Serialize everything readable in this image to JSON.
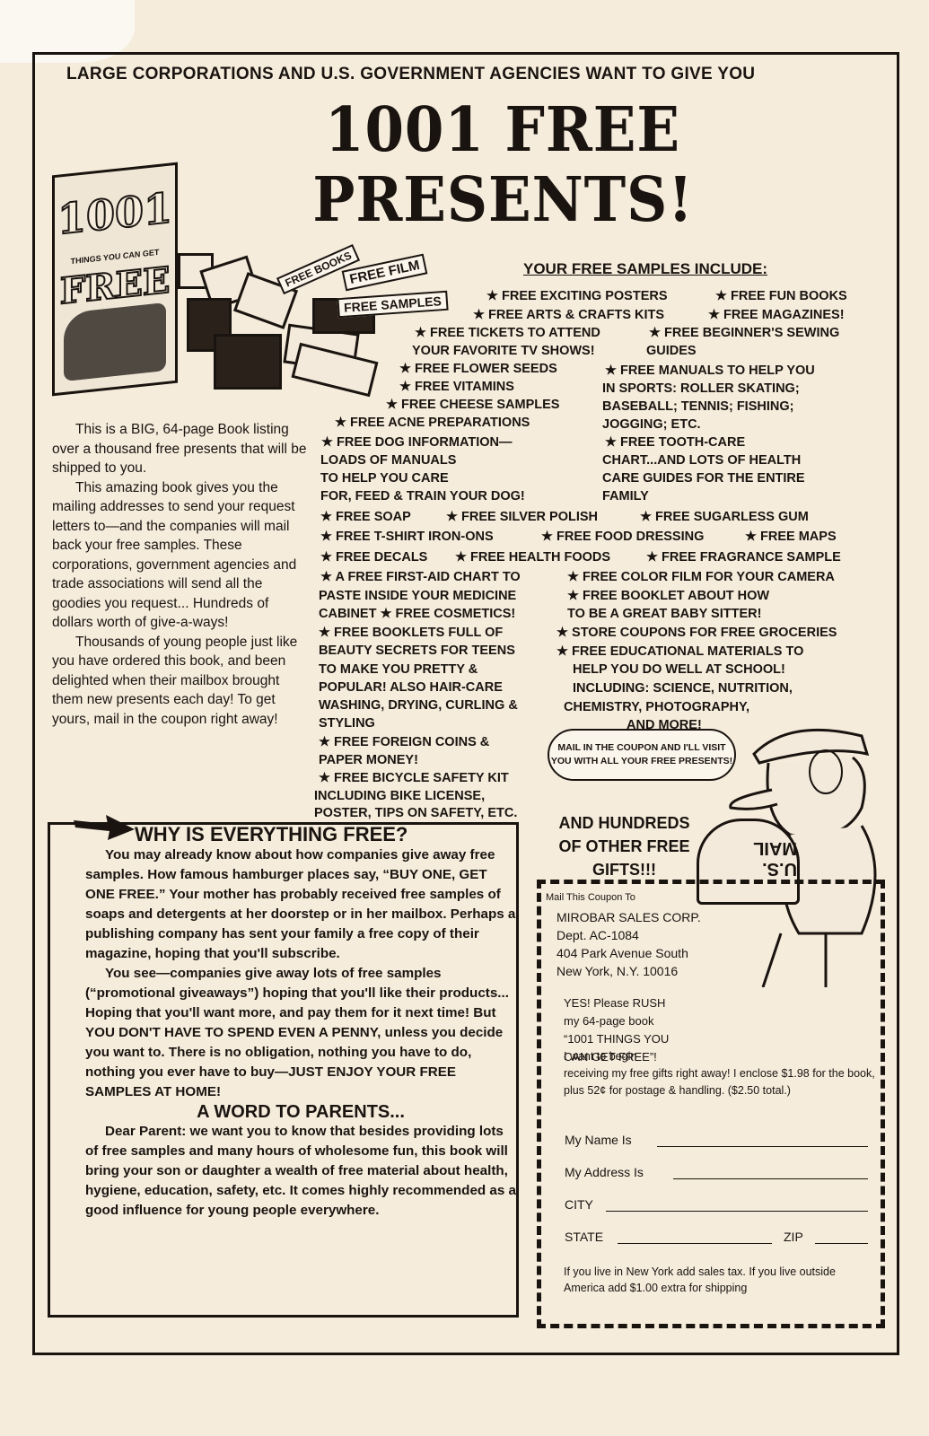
{
  "header": {
    "top_line": "LARGE CORPORATIONS AND U.S. GOVERNMENT AGENCIES WANT TO GIVE YOU",
    "headline_1": "1001 FREE",
    "headline_2": "PRESENTS!"
  },
  "book_cover": {
    "big": "1001",
    "small": "THINGS YOU CAN GET",
    "free": "FREE"
  },
  "tags": {
    "books": "FREE BOOKS",
    "film": "FREE FILM",
    "samples": "FREE SAMPLES"
  },
  "samples": {
    "title": "YOUR FREE SAMPLES INCLUDE:",
    "items": [
      "★ FREE EXCITING POSTERS",
      "★ FREE FUN BOOKS",
      "★ FREE ARTS & CRAFTS KITS",
      "★ FREE MAGAZINES!",
      "★ FREE TICKETS TO ATTEND",
      "YOUR FAVORITE TV SHOWS!",
      "★ FREE BEGINNER'S SEWING",
      "GUIDES",
      "★ FREE FLOWER SEEDS",
      "★ FREE VITAMINS",
      "★ FREE CHEESE SAMPLES",
      "★ FREE ACNE PREPARATIONS",
      "★ FREE MANUALS TO HELP YOU",
      "IN SPORTS: ROLLER SKATING;",
      "BASEBALL; TENNIS; FISHING;",
      "JOGGING; ETC.",
      "★ FREE DOG INFORMATION—",
      "LOADS OF MANUALS",
      "TO HELP YOU CARE",
      "FOR, FEED & TRAIN YOUR DOG!",
      "★ FREE TOOTH-CARE",
      "CHART...AND LOTS OF HEALTH",
      "CARE GUIDES FOR THE ENTIRE",
      "FAMILY",
      "★ FREE SOAP",
      "★ FREE SILVER POLISH",
      "★ FREE SUGARLESS GUM",
      "★ FREE T-SHIRT IRON-ONS",
      "★ FREE FOOD DRESSING",
      "★ FREE MAPS",
      "★ FREE DECALS",
      "★ FREE HEALTH FOODS",
      "★ FREE FRAGRANCE SAMPLE",
      "★ A FREE FIRST-AID CHART TO",
      "PASTE INSIDE YOUR MEDICINE",
      "CABINET  ★ FREE COSMETICS!",
      "★ FREE COLOR FILM FOR YOUR CAMERA",
      "★ FREE BOOKLET ABOUT HOW",
      "TO BE A GREAT BABY SITTER!",
      "★ STORE COUPONS FOR FREE GROCERIES",
      "★ FREE EDUCATIONAL MATERIALS TO",
      "HELP YOU DO WELL AT SCHOOL!",
      "INCLUDING: SCIENCE, NUTRITION,",
      "CHEMISTRY, PHOTOGRAPHY,",
      "AND MORE!",
      "★ FREE BOOKLETS FULL OF",
      "BEAUTY SECRETS FOR TEENS",
      "TO MAKE YOU PRETTY &",
      "POPULAR! ALSO HAIR-CARE",
      "WASHING, DRYING, CURLING &",
      "STYLING",
      "★ FREE FOREIGN COINS &",
      "PAPER MONEY!",
      "★ FREE BICYCLE SAFETY KIT",
      "INCLUDING BIKE LICENSE,",
      "POSTER, TIPS ON SAFETY, ETC."
    ]
  },
  "left_column": {
    "p1": "This is a BIG, 64-page Book listing over a thousand free presents that will be shipped to you.",
    "p2": "This amazing book gives you the mailing addresses to send your request letters to—and the companies will mail back your free samples. These corporations, government agencies and trade associations will send all the goodies you request... Hundreds of dollars worth of give-a-ways!",
    "p3": "Thousands of young people just like you have ordered this book, and been delighted when their mailbox brought them new presents each day! To get yours, mail in the coupon right away!"
  },
  "why": {
    "title": "WHY IS EVERYTHING FREE?",
    "p1": "You may already know about how companies give away free samples. How famous hamburger places say, “BUY ONE, GET ONE FREE.” Your mother has probably received free samples of soaps and detergents at her doorstep or in her mailbox. Perhaps a publishing company has sent your family a free copy of their magazine, hoping that you'll subscribe.",
    "p2": "You see—companies give away lots of free samples (“promotional giveaways”) hoping that you'll like their products... Hoping that you'll want more, and pay them for it next time! But YOU DON'T HAVE TO SPEND EVEN A PENNY, unless you decide you want to. There is no obligation, nothing you have to do, nothing you ever have to buy—JUST ENJOY YOUR FREE SAMPLES AT HOME!",
    "parents_title": "A WORD TO PARENTS...",
    "p3": "Dear Parent: we want you to know that besides providing lots of free samples and many hours of wholesome fun, this book will bring your son or daughter a wealth of free material about health, hygiene, education, safety, etc. It comes highly recommended as a good influence for young people everywhere."
  },
  "speech": "MAIL IN THE COUPON AND I'LL VISIT YOU WITH ALL YOUR FREE PRESENTS!",
  "mailbox_label": "U.S. MAIL",
  "hundreds": "AND HUNDREDS OF OTHER FREE GIFTS!!!",
  "coupon": {
    "head": "Mail This Coupon To",
    "company": "MIROBAR SALES CORP.",
    "dept": "Dept. AC-1084",
    "street": "404 Park Avenue South",
    "city": "New York, N.Y. 10016",
    "yes1": "YES! Please RUSH",
    "yes2": "my 64-page book",
    "yes3": "“1001 THINGS YOU",
    "yes4": "CAN GET FREE”!",
    "yes5": "I want to begin",
    "full": "receiving my free gifts right away! I enclose $1.98 for the book, plus 52¢ for postage & handling. ($2.50 total.)",
    "name_label": "My Name Is",
    "address_label": "My Address Is",
    "city_label": "CITY",
    "state_label": "STATE",
    "zip_label": "ZIP",
    "note": "If you live in New York add sales tax. If you live outside America add $1.00 extra for shipping"
  }
}
